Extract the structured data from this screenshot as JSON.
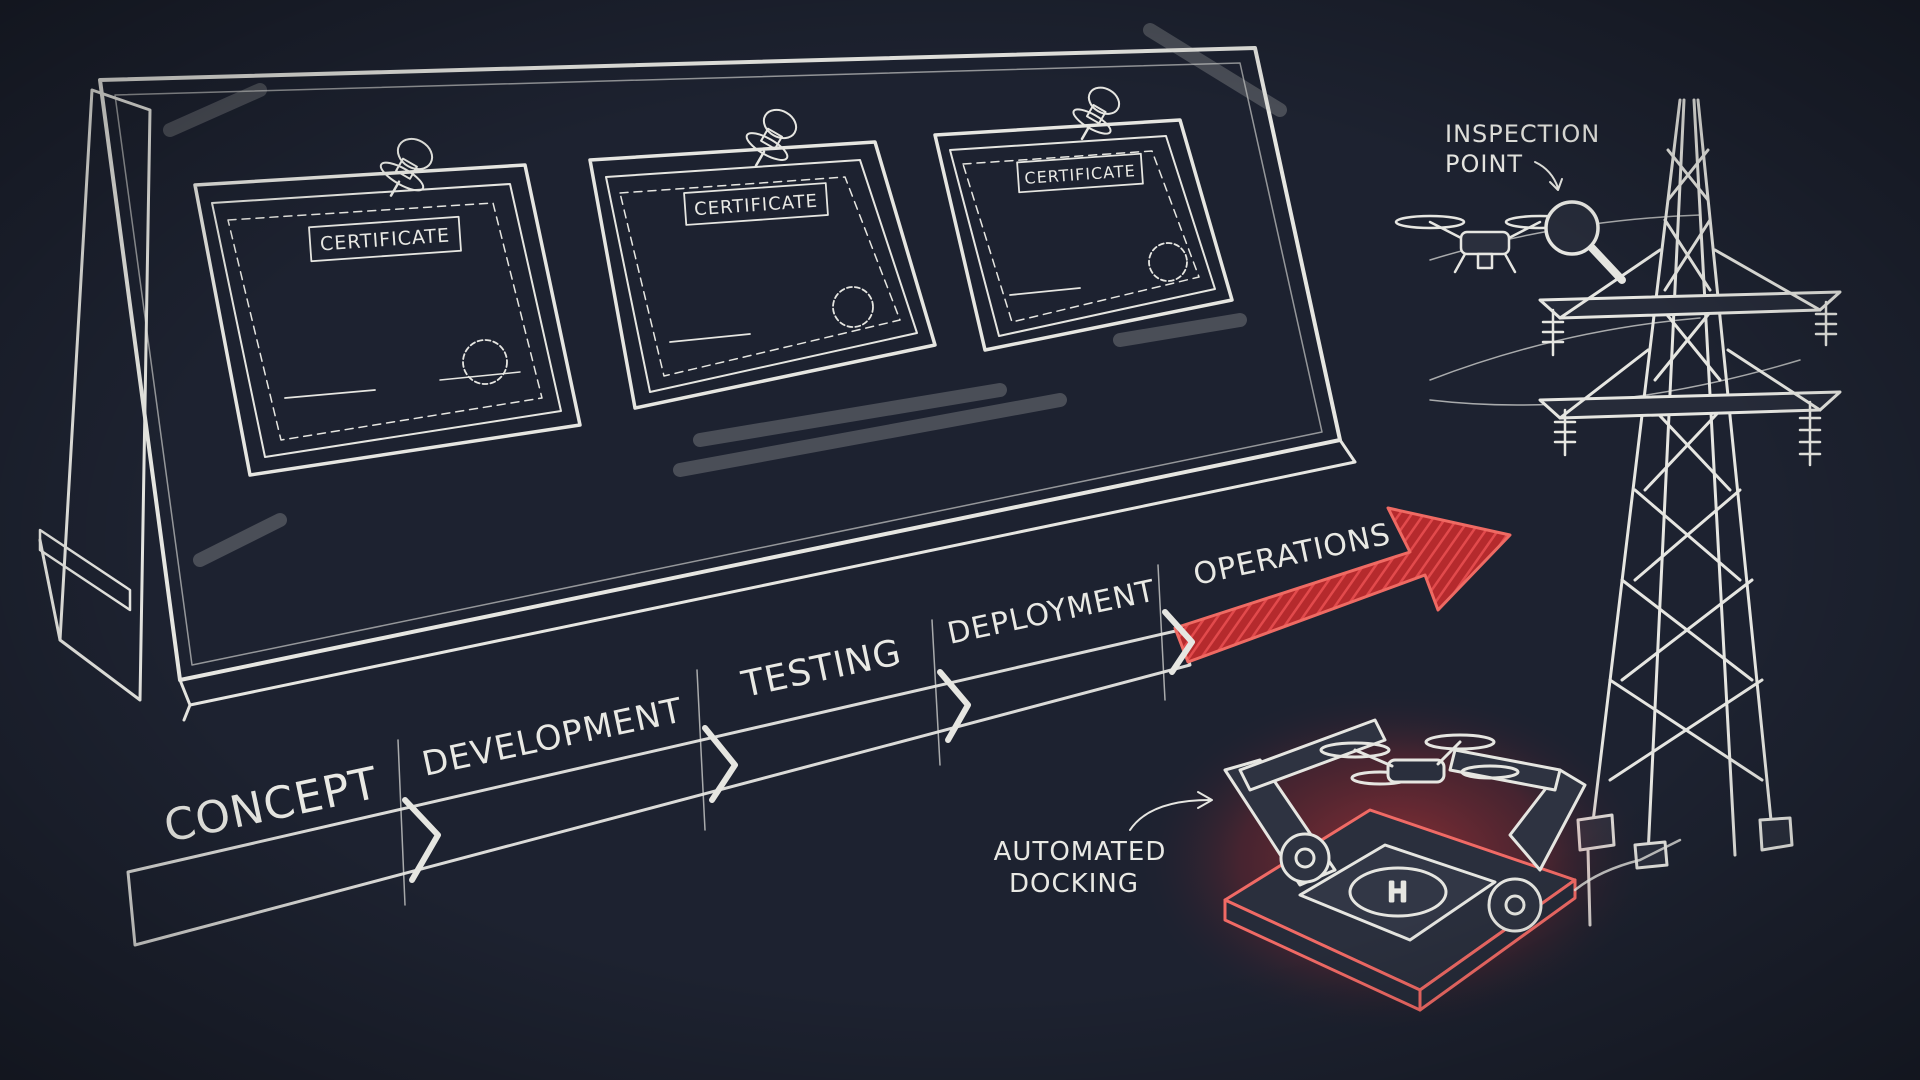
{
  "colors": {
    "background": "#1d2230",
    "chalk": "#e6e6e1",
    "accent_red": "#d8393b"
  },
  "board": {
    "certificates": [
      {
        "label": "CERTIFICATE"
      },
      {
        "label": "CERTIFICATE"
      },
      {
        "label": "CERTIFICATE"
      }
    ]
  },
  "timeline": {
    "stages": [
      {
        "label": "CONCEPT"
      },
      {
        "label": "DEVELOPMENT"
      },
      {
        "label": "TESTING"
      },
      {
        "label": "DEPLOYMENT"
      },
      {
        "label": "OPERATIONS",
        "highlighted": true
      }
    ]
  },
  "callouts": {
    "inspection_line1": "INSPECTION",
    "inspection_line2": "POINT",
    "docking_line1": "AUTOMATED",
    "docking_line2": "DOCKING"
  },
  "icons": {
    "pushpin": "pushpin-icon",
    "drone": "drone-icon",
    "magnifier": "magnifier-icon",
    "tower": "transmission-tower-icon",
    "dock": "docking-station-icon"
  }
}
